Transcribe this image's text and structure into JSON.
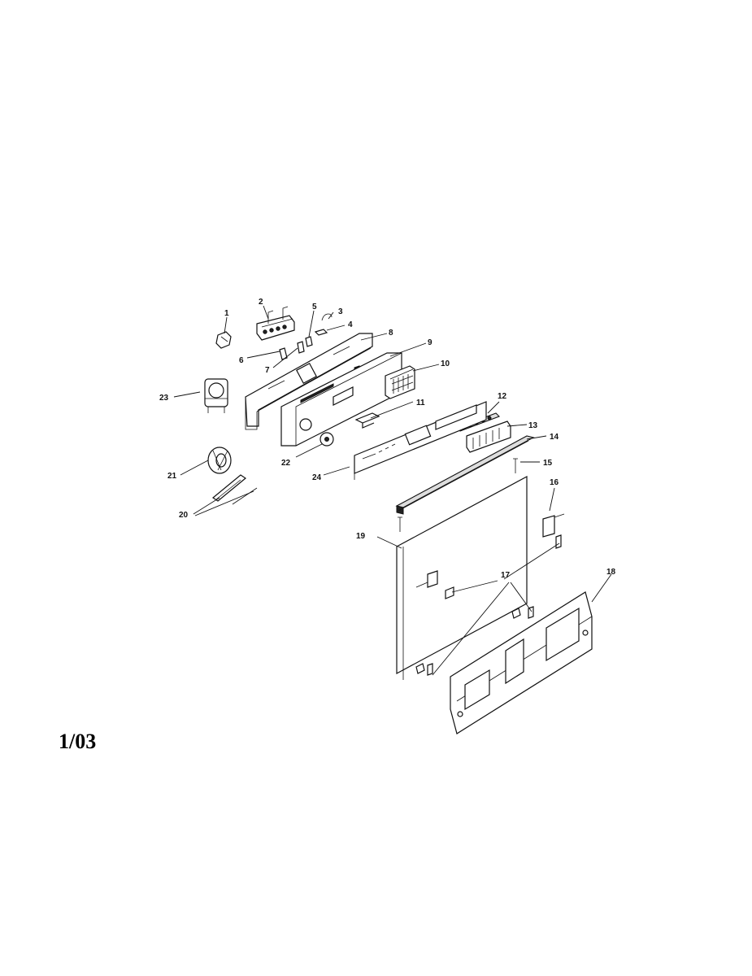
{
  "date_code": "1/03",
  "callouts": [
    "1",
    "2",
    "3",
    "4",
    "5",
    "6",
    "7",
    "8",
    "9",
    "10",
    "11",
    "12",
    "13",
    "14",
    "15",
    "16",
    "17",
    "18",
    "19",
    "20",
    "21",
    "22",
    "23",
    "24"
  ]
}
